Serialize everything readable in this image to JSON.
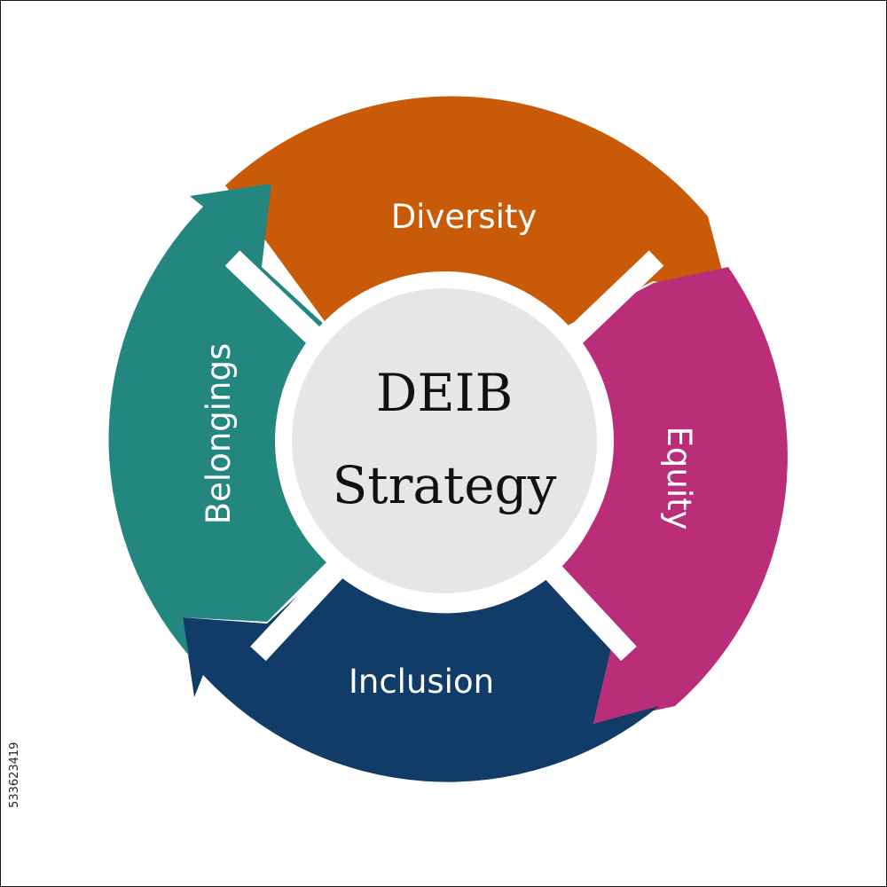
{
  "diagram": {
    "center": {
      "line1": "DEIB",
      "line2": "Strategy",
      "fill": "#e6e6e6"
    },
    "segments": [
      {
        "id": "diversity",
        "label": "Diversity",
        "color": "#c95a07"
      },
      {
        "id": "equity",
        "label": "Equity",
        "color": "#b92d79"
      },
      {
        "id": "inclusion",
        "label": "Inclusion",
        "color": "#113c67"
      },
      {
        "id": "belongings",
        "label": "Belongings",
        "color": "#23877f"
      }
    ]
  },
  "stock_id": "533623419"
}
